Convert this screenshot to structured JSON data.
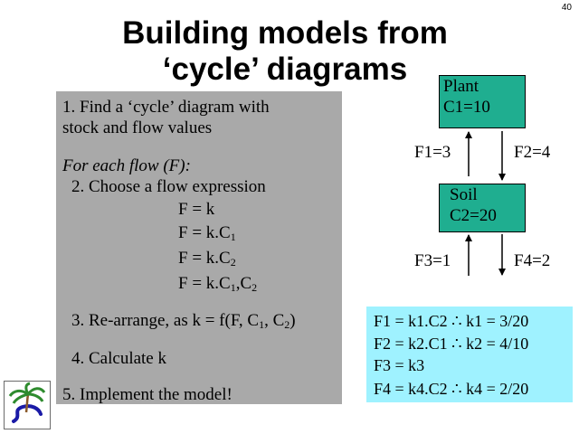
{
  "slide_number": "40",
  "title": {
    "line1": "Building models from",
    "line2": "‘cycle’ diagrams"
  },
  "steps": {
    "step1_line1": "1. Find a ‘cycle’ diagram with",
    "step1_line2": "stock and flow values",
    "for_each": "For each flow (F):",
    "step2": "2. Choose a flow expression",
    "formulas": {
      "f1": "F = k",
      "f2_prefix": "F = k.C",
      "f2_sub": "1",
      "f3_prefix": "F = k.C",
      "f3_sub": "2",
      "f4_prefix": "F = k.C",
      "f4_sub1": "1",
      "f4_mid": ",C",
      "f4_sub2": "2"
    },
    "step3": {
      "prefix": "3. Re-arrange, as k = f(F, C",
      "sub1": "1",
      "mid": ", C",
      "sub2": "2",
      "suffix": ")"
    },
    "step4": "4. Calculate k",
    "step5": "5. Implement the model!"
  },
  "diagram": {
    "plant": {
      "name": "Plant",
      "value": "C1=10"
    },
    "soil": {
      "name": "Soil",
      "value": "C2=20"
    },
    "flows": {
      "f1": "F1=3",
      "f2": "F2=4",
      "f3": "F3=1",
      "f4": "F4=2"
    }
  },
  "equations": [
    "F1 = k1.C2  ∴ k1 = 3/20",
    "F2 = k2.C1  ∴ k2 = 4/10",
    "F3 = k3",
    "F4 = k4.C2  ∴ k4 = 2/20"
  ],
  "colors": {
    "panel": "#a9a9a9",
    "box_fill": "#1fae90",
    "equation_box": "#9ff2ff",
    "logo_blue": "#1a1aa6",
    "logo_green": "#2e8b2e"
  },
  "logo_icon": "palm-tree-logo-icon"
}
